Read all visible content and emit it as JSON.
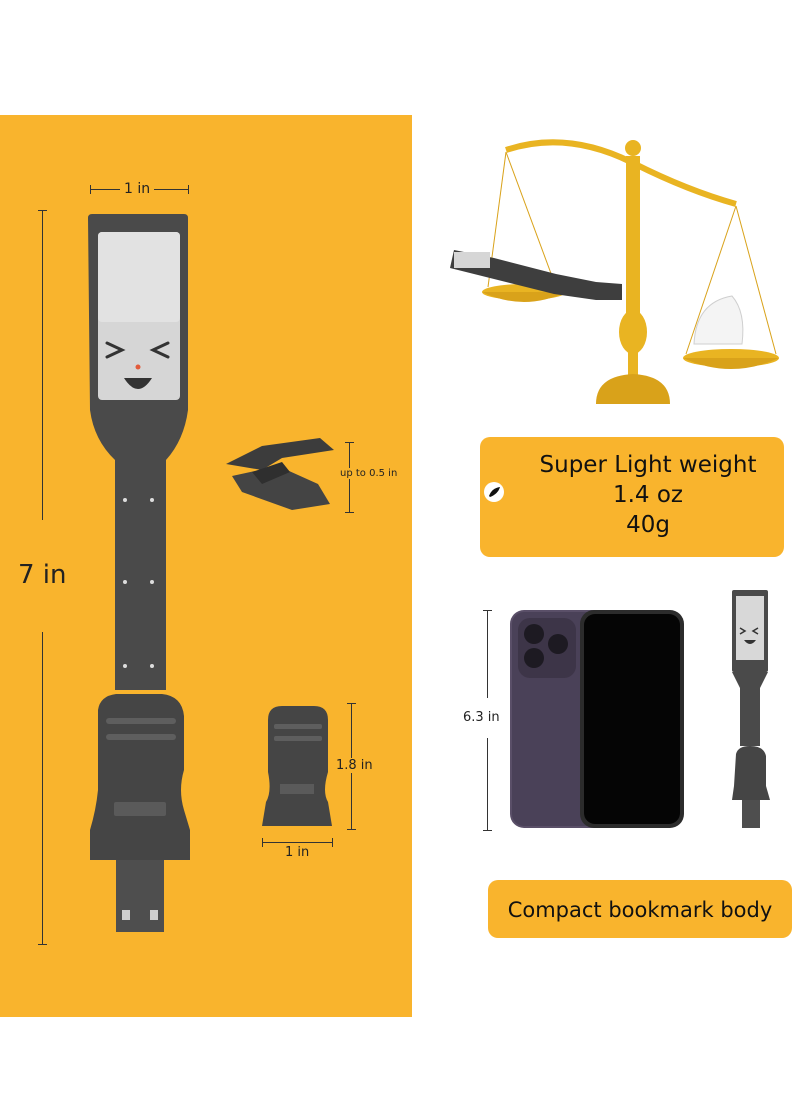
{
  "dimensions": {
    "width_top": "1 in",
    "length_total": "7 in",
    "clip_opening": "up to 0.5 in",
    "clip_height": "1.8 in",
    "clip_width": "1 in",
    "phone_height": "6.3 in"
  },
  "weight_callout": {
    "line1": "Super Light weight",
    "line2": "1.4 oz",
    "line3": "40g"
  },
  "compact_callout": {
    "text": "Compact bookmark body"
  },
  "icons": {
    "feather": "feather-icon",
    "face": "winking-smiley-face-icon"
  },
  "colors": {
    "accent": "#f9b42d",
    "device": "#4a4a4a",
    "screen": "#d6d6d6",
    "gold": "#e9b422"
  }
}
